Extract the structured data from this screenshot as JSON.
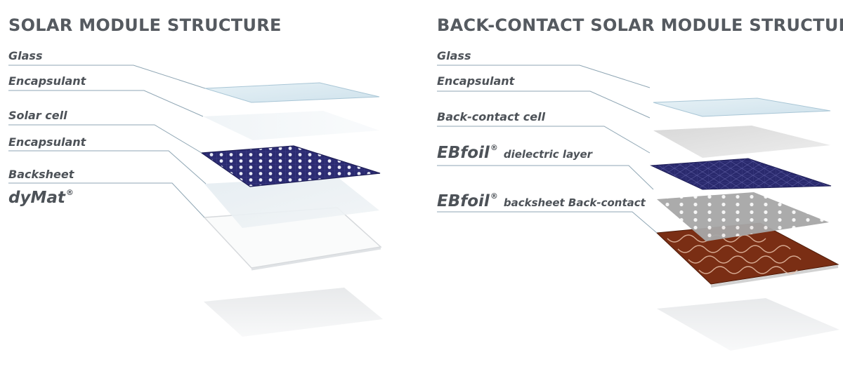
{
  "left": {
    "title": "SOLAR MODULE STRUCTURE",
    "labels": {
      "glass": "Glass",
      "encapsulant_top": "Encapsulant",
      "solar_cell": "Solar cell",
      "encapsulant_bottom": "Encapsulant",
      "backsheet": "Backsheet",
      "backsheet_product": "dyMat",
      "backsheet_product_mark": "®"
    }
  },
  "right": {
    "title": "BACK-CONTACT SOLAR MODULE STRUCTURE",
    "labels": {
      "glass": "Glass",
      "encapsulant": "Encapsulant",
      "back_contact_cell": "Back-contact cell",
      "dielectric_brand": "EBfoil",
      "dielectric_mark": "®",
      "dielectric_text": "dielectric layer",
      "backsheet_brand": "EBfoil",
      "backsheet_mark": "®",
      "backsheet_text": "backsheet Back-contact"
    }
  },
  "colors": {
    "glass": "#dcebf2",
    "cell": "#2a2a6e",
    "copper": "#7a2e14",
    "leader": "#8fa6b4"
  }
}
